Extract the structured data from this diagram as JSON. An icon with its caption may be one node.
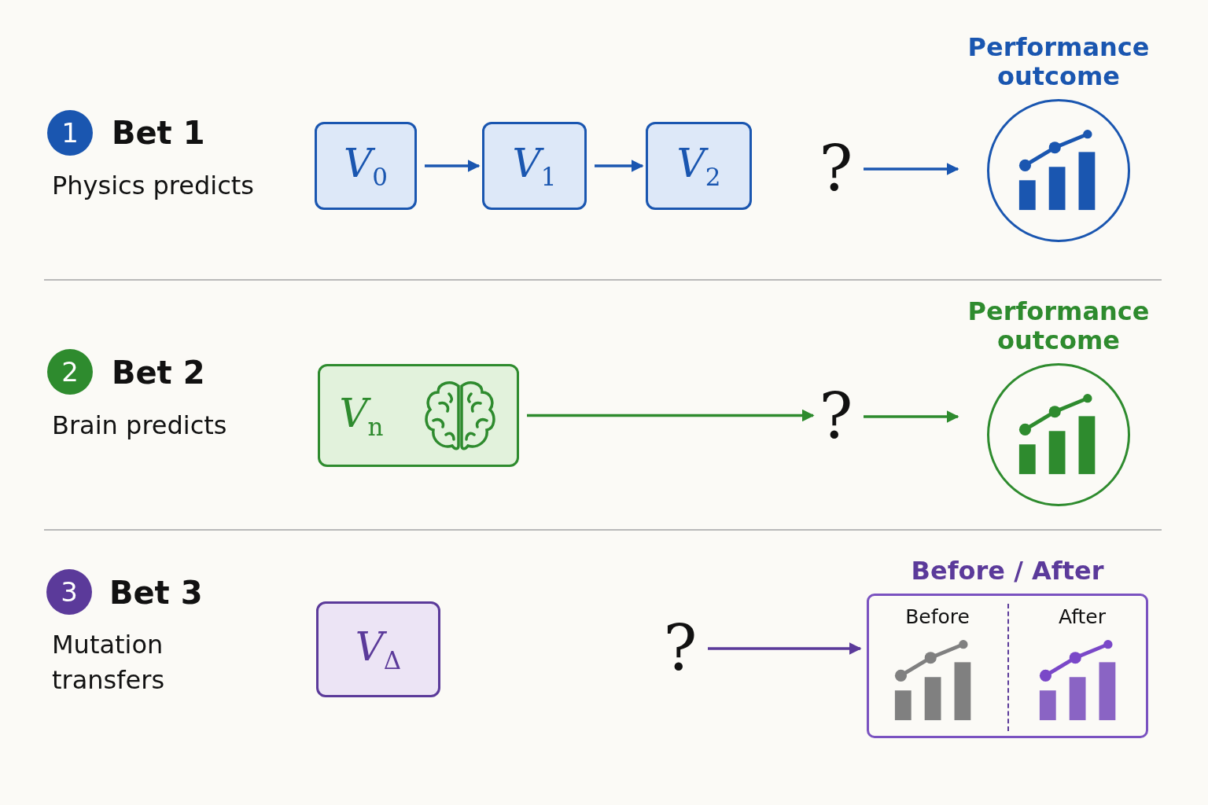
{
  "diagram": {
    "nodes": [
      {
        "text": [
          "*V*$_{0}$"
        ]
      },
      {
        "text": [
          "*V*$_{1}$"
        ]
      },
      {
        "text": [
          "*V*$_{2}$"
        ]
      },
      {
        "text": [
          "?"
        ]
      },
      {
        "text": [
          "Performance outcome"
        ]
      },
      {
        "text": [
          "*V*$_{n}$"
        ]
      },
      {
        "text": [
          "?"
        ]
      },
      {
        "text": [
          "Performance outcome"
        ]
      },
      {
        "text": [
          "*V*$_{Δ}$"
        ]
      },
      {
        "text": [
          "?"
        ]
      },
      {
        "text": [
          "Before / After",
          "Before",
          "After"
        ]
      }
    ],
    "edges": [
      {
        "from": 0,
        "to": 1,
        "arrow": "to"
      },
      {
        "from": 1,
        "to": 2,
        "arrow": "to"
      },
      {
        "from": 3,
        "to": 4,
        "arrow": "to"
      },
      {
        "from": 5,
        "to": 6,
        "arrow": "to",
        "color": "#2e8b2e"
      },
      {
        "from": 6,
        "to": 7,
        "arrow": "to",
        "color": "#2e8b2e"
      },
      {
        "from": 9,
        "to": 10,
        "arrow": "to",
        "color": "#5b3a9a"
      }
    ],
    "labels": [
      "1",
      "Bet 1",
      "Physics predicts",
      "2",
      "Bet 2",
      "Brain predicts",
      "3",
      "Bet 3",
      "Mutation transfers"
    ]
  }
}
